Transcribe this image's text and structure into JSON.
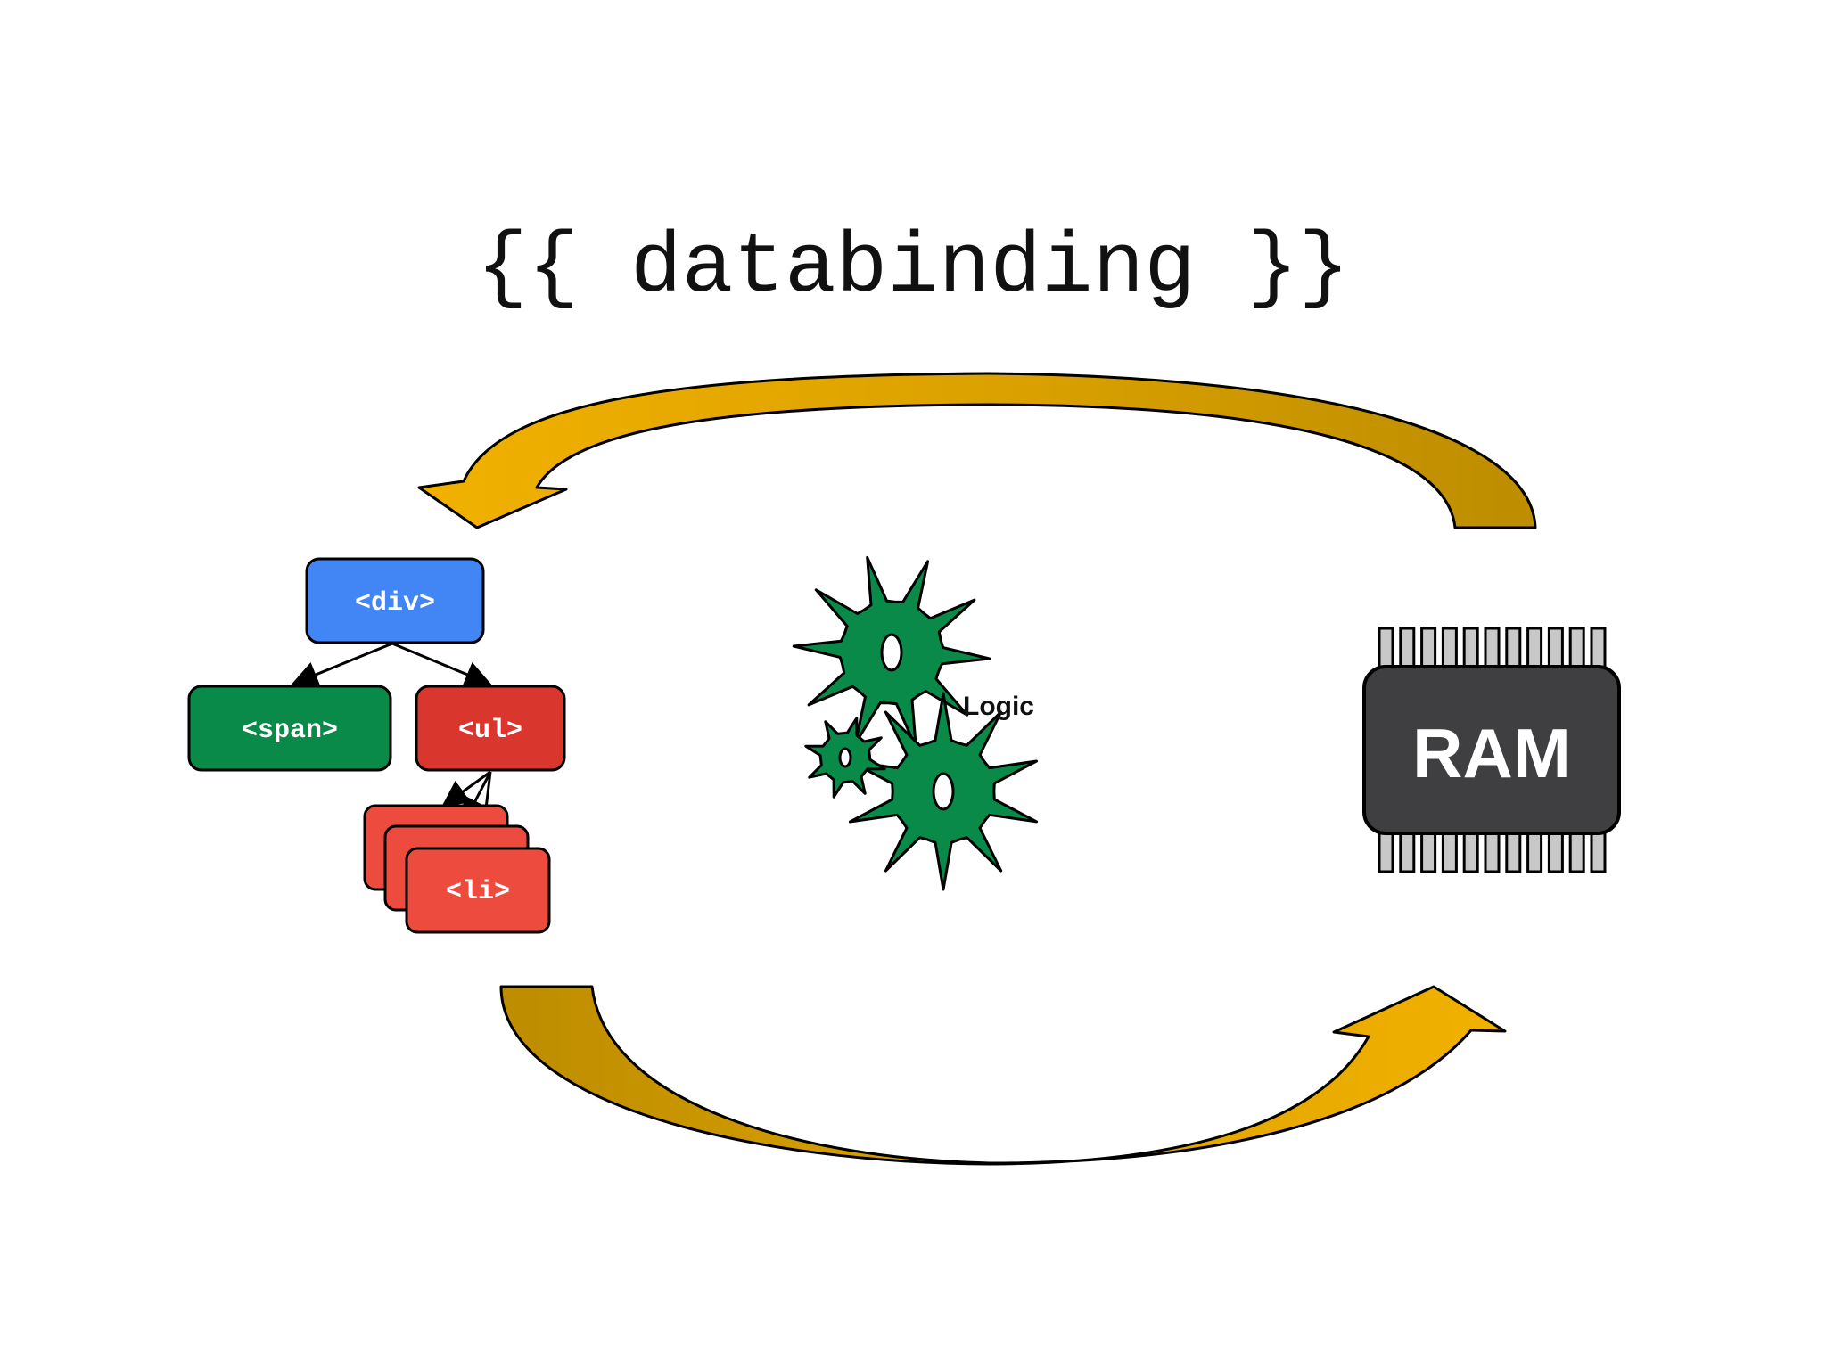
{
  "title": "{{ databinding }}",
  "dom_tree": {
    "root_label": "<div>",
    "child_span_label": "<span>",
    "child_ul_label": "<ul>",
    "li_label": "<li>"
  },
  "logic": {
    "label": "Logic"
  },
  "memory": {
    "label": "RAM"
  },
  "colors": {
    "div_blue": "#4285F4",
    "span_green": "#0A8A48",
    "ul_red": "#D9372E",
    "li_red": "#EE4B3F",
    "gear_green": "#0A8A48",
    "arrow_gold_light": "#F2B100",
    "arrow_gold_dark": "#C08F00",
    "chip_body": "#3F3E40",
    "chip_pin": "#C8C8C8"
  }
}
